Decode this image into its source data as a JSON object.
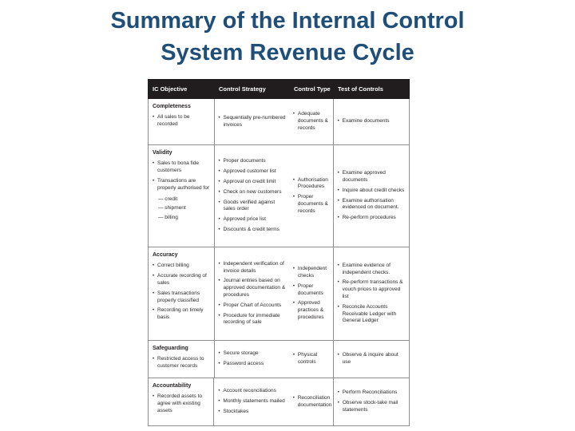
{
  "slide": {
    "title_line1": "Summary of the Internal Control",
    "title_line2": "System Revenue Cycle",
    "title_color": "#1f4e79"
  },
  "table": {
    "header_bg": "#211d1e",
    "header_text_color": "#ffffff",
    "body_text_color": "#2b2728",
    "border_color": "#8f8f8f",
    "headers": [
      "IC Objective",
      "Control Strategy",
      "Control Type",
      "Test of Controls"
    ],
    "bullet_glyph": "•",
    "dash_glyph": "—",
    "rows": [
      {
        "objective_title": "Completeness",
        "objective": [
          "All sales to be recorded"
        ],
        "objective_sub": [],
        "strategy": [
          "Sequentially pre-numbered invoices"
        ],
        "control_type": [
          "Adequate documents & records"
        ],
        "tests": [
          "Examine documents"
        ]
      },
      {
        "objective_title": "Validity",
        "objective": [
          "Sales to bona fide customers",
          "Transactions are properly authorised for"
        ],
        "objective_sub": [
          "credit",
          "shipment",
          "billing"
        ],
        "strategy": [
          "Proper documents",
          "Approved customer list",
          "Approval on credit limit",
          "Check on new customers",
          "Goods verified against sales order",
          "Approved price list",
          "Discounts & credit terms"
        ],
        "control_type": [
          "Authorisation Procedures",
          "Proper documents & records"
        ],
        "tests": [
          "Examine approved documents",
          "Inquire about credit checks",
          "Examine authorisation evidenced on document.",
          "Re-perform procedures"
        ]
      },
      {
        "objective_title": "Accuracy",
        "objective": [
          "Correct billing",
          "Accurate recording of sales",
          "Sales transactions properly classified",
          "Recording on timely basis"
        ],
        "objective_sub": [],
        "strategy": [
          "Independent verification of invoice details",
          "Journal entries based on approved documentation & procedures",
          "Proper Chart of Accounts",
          "Procedure for immediate recording of sale"
        ],
        "control_type": [
          "Independent checks",
          "Proper documents",
          "Approved practices & procedures"
        ],
        "tests": [
          "Examine evidence of independent checks.",
          "Re-perform transactions & vouch prices to approved list",
          "Reconcile Accounts Receivable Ledger with General Ledger"
        ]
      },
      {
        "objective_title": "Safeguarding",
        "objective": [
          "Restricted access to customer records"
        ],
        "objective_sub": [],
        "strategy": [
          "Secure storage",
          "Password access"
        ],
        "control_type": [
          "Physical controls"
        ],
        "tests": [
          "Observe & inquire about use"
        ]
      },
      {
        "objective_title": "Accountability",
        "objective": [
          "Recorded assets to agree with existing assets"
        ],
        "objective_sub": [],
        "strategy": [
          "Account reconciliations",
          "Monthly statements mailed",
          "Stocktakes"
        ],
        "control_type": [
          "Reconciliation documentation"
        ],
        "tests": [
          "Perform Reconciliations",
          "Observe stock-take mail statements"
        ]
      }
    ]
  }
}
